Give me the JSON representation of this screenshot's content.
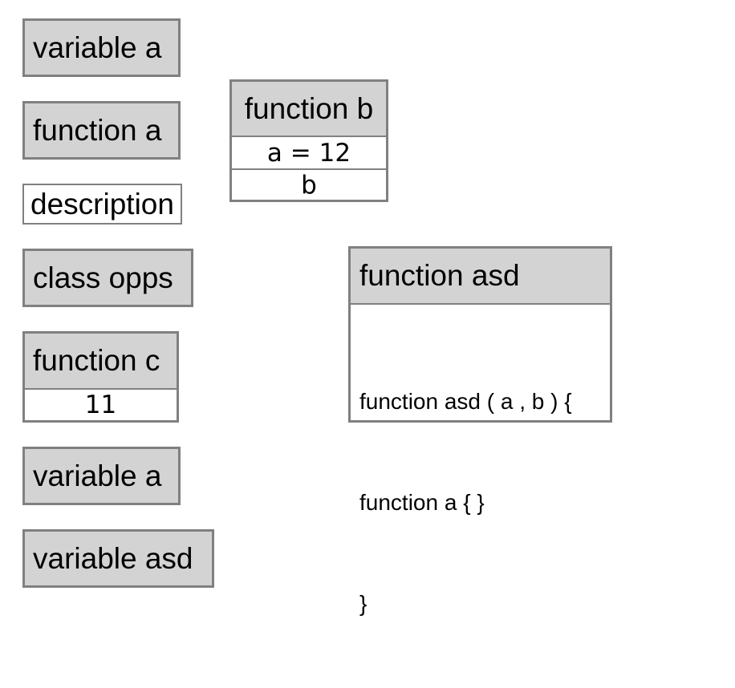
{
  "left_column": {
    "variable_a_1": "variable a",
    "function_a": "function a",
    "description": "description",
    "class_opps": "class opps",
    "function_c": {
      "title": "function c",
      "value": "11"
    },
    "variable_a_2": "variable a",
    "variable_asd": "variable asd"
  },
  "function_b": {
    "title": "function b",
    "rows": [
      "a = 12",
      "b"
    ]
  },
  "function_asd": {
    "title": "function asd",
    "code_lines": [
      "function asd ( a , b ) {",
      "function a { }",
      "}"
    ]
  },
  "colors": {
    "header_bg": "#d3d3d3",
    "border": "#808080",
    "background": "#ffffff"
  }
}
